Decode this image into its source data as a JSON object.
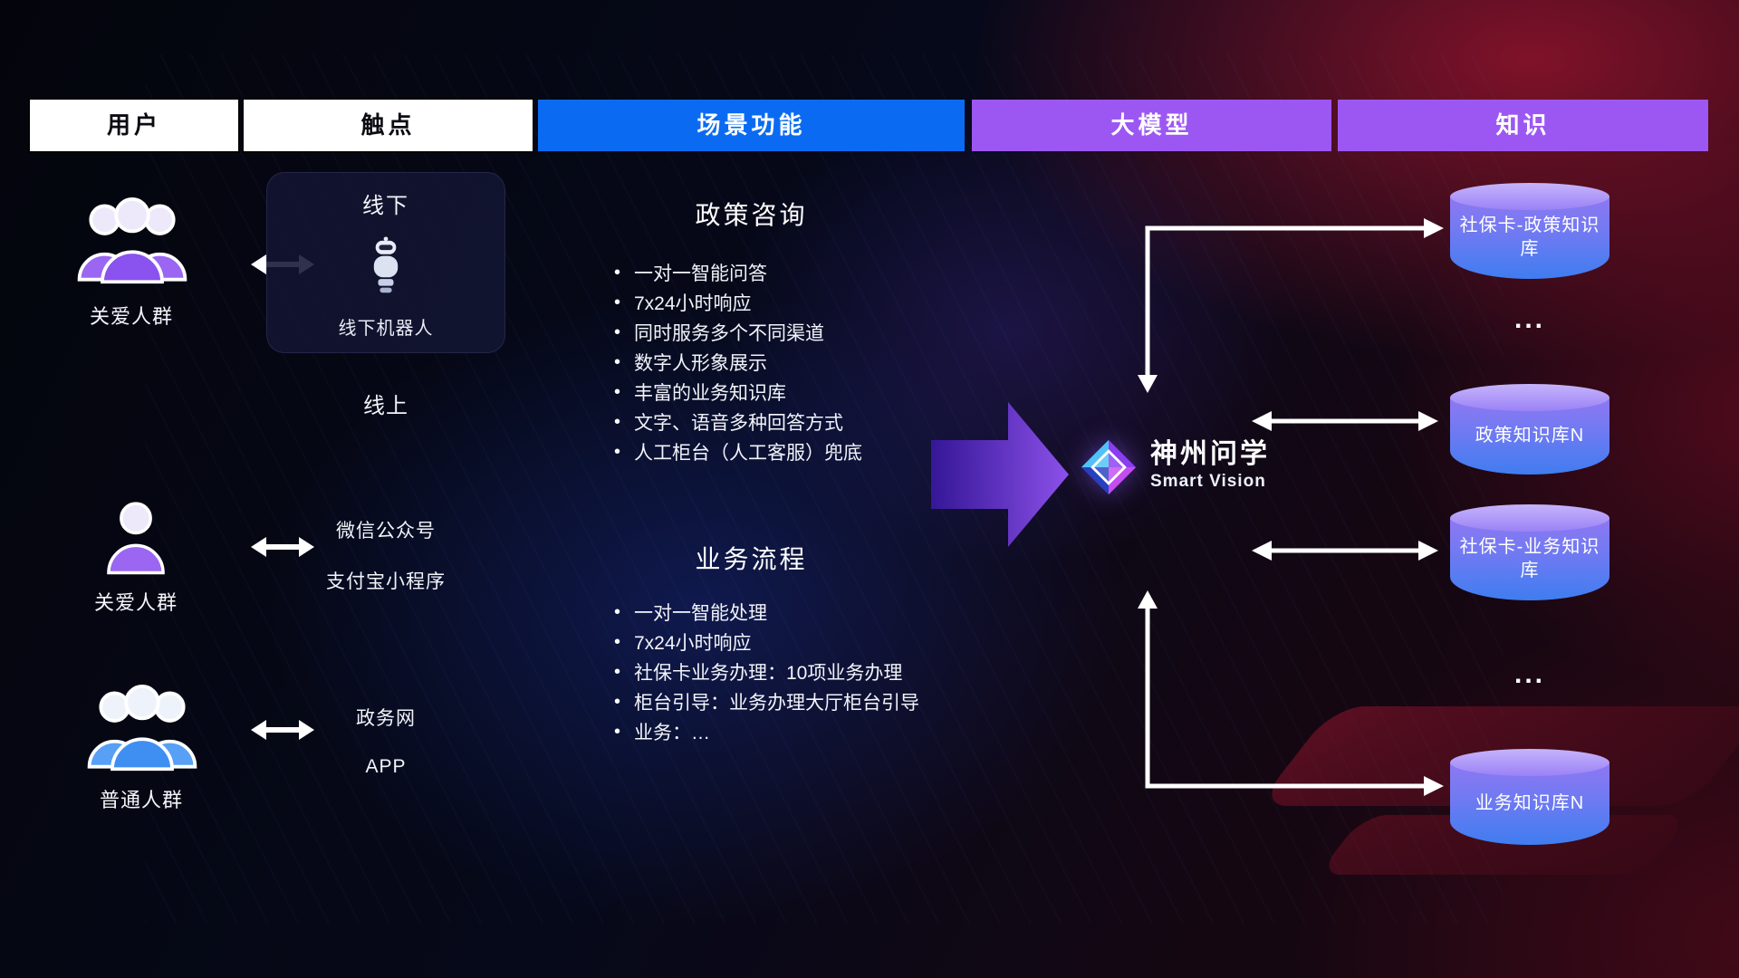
{
  "columns": [
    {
      "label": "用户"
    },
    {
      "label": "触点"
    },
    {
      "label": "场景功能"
    },
    {
      "label": "大模型"
    },
    {
      "label": "知识"
    }
  ],
  "users": [
    {
      "label": "关爱人群"
    },
    {
      "label": "关爱人群"
    },
    {
      "label": "普通人群"
    }
  ],
  "touchpoints": {
    "offline_title": "线下",
    "offline_robot": "线下机器人",
    "online_title": "线上",
    "wechat": "微信公众号",
    "alipay": "支付宝小程序",
    "gov": "政务网",
    "app": "APP"
  },
  "scenarios": [
    {
      "title": "政策咨询",
      "items": [
        "一对一智能问答",
        "7x24小时响应",
        "同时服务多个不同渠道",
        "数字人形象展示",
        "丰富的业务知识库",
        "文字、语音多种回答方式",
        "人工柜台（人工客服）兜底"
      ]
    },
    {
      "title": "业务流程",
      "items": [
        "一对一智能处理",
        "7x24小时响应",
        "社保卡业务办理：10项业务办理",
        "柜台引导：业务办理大厅柜台引导",
        "业务：…"
      ]
    }
  ],
  "model": {
    "name": "神州问学",
    "subtitle": "Smart Vision"
  },
  "knowledge": {
    "db1": "社保卡-政策知识库",
    "dots1": "...",
    "db2": "政策知识库N",
    "db3": "社保卡-业务知识库",
    "dots2": "...",
    "db4": "业务知识库N"
  },
  "colors": {
    "header_blue": "#0a6bf2",
    "header_purple": "#9c57f3",
    "cylinder_top": "#c6b4fb",
    "cylinder_bottom": "#3f7df0",
    "user_purple": "#9a66f2",
    "user_blue": "#57a0f5",
    "flow_arrow_purple": "#8b5cf6",
    "background_red": "#a00f2d",
    "background_navy": "#06091a"
  }
}
